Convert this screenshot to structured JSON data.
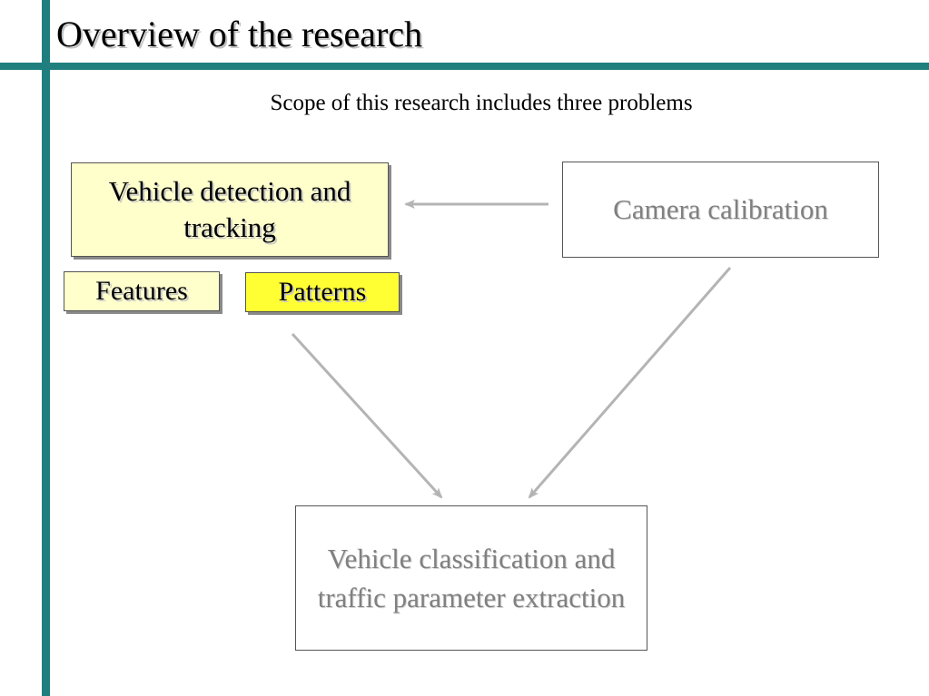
{
  "slide": {
    "title": "Overview of the research",
    "subtitle": "Scope of this research includes three problems"
  },
  "diagram": {
    "nodes": {
      "detection": {
        "label": "Vehicle detection and tracking",
        "fill": "#ffffcc"
      },
      "camera": {
        "label": "Camera calibration",
        "fill": "#ffffff"
      },
      "features": {
        "label": "Features",
        "fill": "#ffffcc"
      },
      "patterns": {
        "label": "Patterns",
        "fill": "#ffff33"
      },
      "classification": {
        "label": "Vehicle classification and traffic parameter extraction",
        "fill": "#ffffff"
      }
    },
    "edges": [
      {
        "from": "camera",
        "to": "detection"
      },
      {
        "from": "patterns",
        "to": "classification"
      },
      {
        "from": "camera",
        "to": "classification"
      }
    ]
  },
  "colors": {
    "accent_rule": "#1f7f7f",
    "arrow": "#b4b4b4",
    "inactive_text": "#808080"
  }
}
